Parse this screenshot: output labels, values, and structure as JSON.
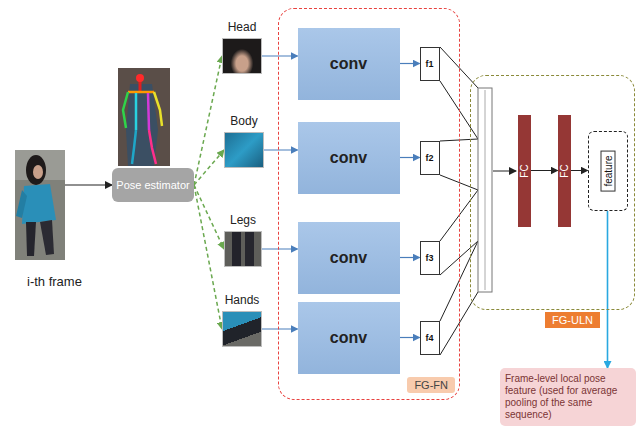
{
  "diagram": {
    "nodes": [
      {
        "text": [
          "i-th frame"
        ]
      },
      {
        "text": [
          "Pose estimator"
        ]
      },
      {
        "text": [
          "Head"
        ]
      },
      {
        "text": [
          "Body"
        ]
      },
      {
        "text": [
          "Legs"
        ]
      },
      {
        "text": [
          "Hands"
        ]
      },
      {
        "text": [
          "FG-FN"
        ]
      },
      {
        "text": [
          "conv"
        ],
        "in": 6
      },
      {
        "text": [
          "f1"
        ],
        "in": 6
      },
      {
        "text": [
          "conv"
        ],
        "in": 6
      },
      {
        "text": [
          "f2"
        ],
        "in": 6
      },
      {
        "text": [
          "conv"
        ],
        "in": 6
      },
      {
        "text": [
          "f3"
        ],
        "in": 6
      },
      {
        "text": [
          "conv"
        ],
        "in": 6
      },
      {
        "text": [
          "f4"
        ],
        "in": 6
      },
      {
        "text": [
          "FG-ULN"
        ]
      },
      {
        "text": [
          "FC"
        ],
        "in": 15
      },
      {
        "text": [
          "FC"
        ],
        "in": 15
      },
      {
        "text": [
          "feature"
        ],
        "in": 15
      },
      {
        "text": [
          "Frame-level local pose feature (used for average pooling of the same sequence)"
        ]
      }
    ],
    "edges": [
      {
        "from": 0,
        "to": 1,
        "arrow": "to"
      },
      {
        "from": 1,
        "to": 2,
        "arrow": "to"
      },
      {
        "from": 1,
        "to": 3,
        "arrow": "to"
      },
      {
        "from": 1,
        "to": 4,
        "arrow": "to"
      },
      {
        "from": 1,
        "to": 5,
        "arrow": "to"
      },
      {
        "from": 2,
        "to": 7,
        "arrow": "to"
      },
      {
        "from": 3,
        "to": 9,
        "arrow": "to"
      },
      {
        "from": 4,
        "to": 11,
        "arrow": "to"
      },
      {
        "from": 5,
        "to": 13,
        "arrow": "to"
      },
      {
        "from": 7,
        "to": 8,
        "arrow": "to"
      },
      {
        "from": 9,
        "to": 10,
        "arrow": "to"
      },
      {
        "from": 11,
        "to": 12,
        "arrow": "to"
      },
      {
        "from": 13,
        "to": 14,
        "arrow": "to"
      },
      {
        "from": 16,
        "to": 17,
        "arrow": "to"
      },
      {
        "from": 17,
        "to": 18,
        "arrow": "to"
      },
      {
        "from": 18,
        "to": 19,
        "arrow": "to"
      }
    ]
  }
}
